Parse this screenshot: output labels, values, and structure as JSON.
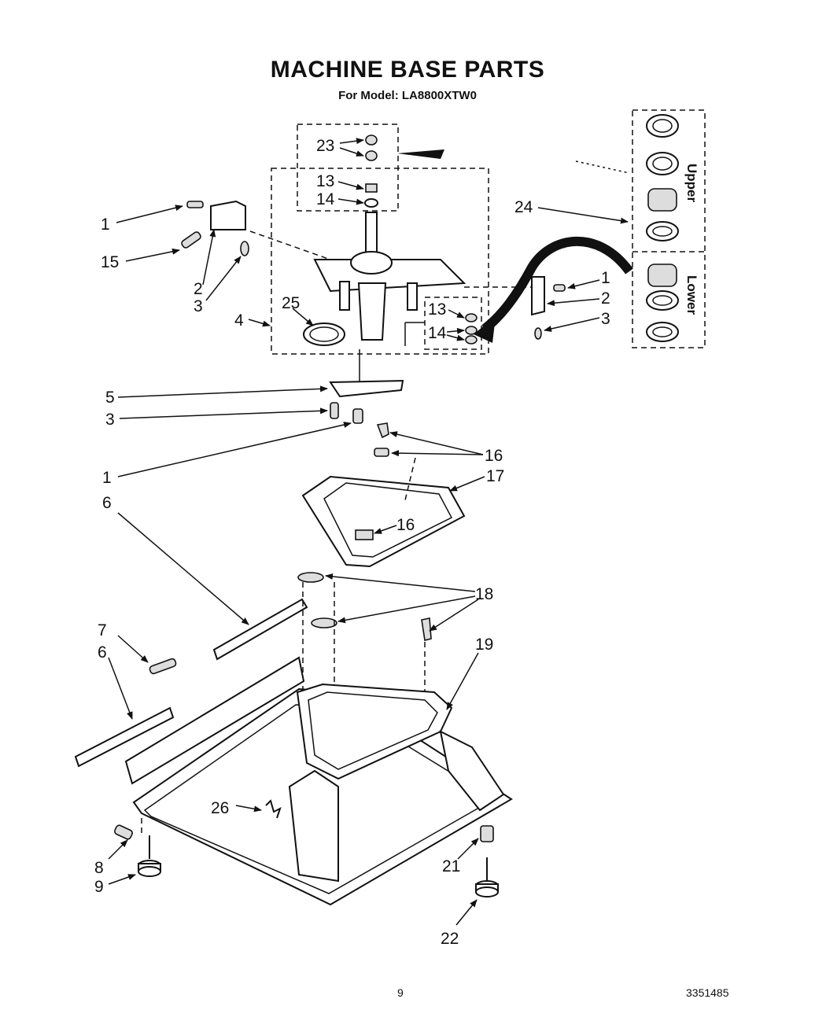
{
  "title": "MACHINE BASE PARTS",
  "subtitle": "For Model: LA8800XTW0",
  "callouts": {
    "c1a": "1",
    "c15": "15",
    "c2a": "2",
    "c3a": "3",
    "c4": "4",
    "c25": "25",
    "c23": "23",
    "c13a": "13",
    "c14a": "14",
    "c24": "24",
    "c1b": "1",
    "c2b": "2",
    "c3b": "3",
    "c13b": "13",
    "c14b": "14",
    "c5": "5",
    "c3c": "3",
    "c1c": "1",
    "c16a": "16",
    "c17": "17",
    "c16b": "16",
    "c6a": "6",
    "c18": "18",
    "c7": "7",
    "c6b": "6",
    "c19": "19",
    "c26": "26",
    "c8": "8",
    "c9": "9",
    "c21": "21",
    "c22": "22"
  },
  "bearing_labels": {
    "upper": "Upper",
    "lower": "Lower"
  },
  "footer": {
    "page": "9",
    "code": "3351485"
  }
}
